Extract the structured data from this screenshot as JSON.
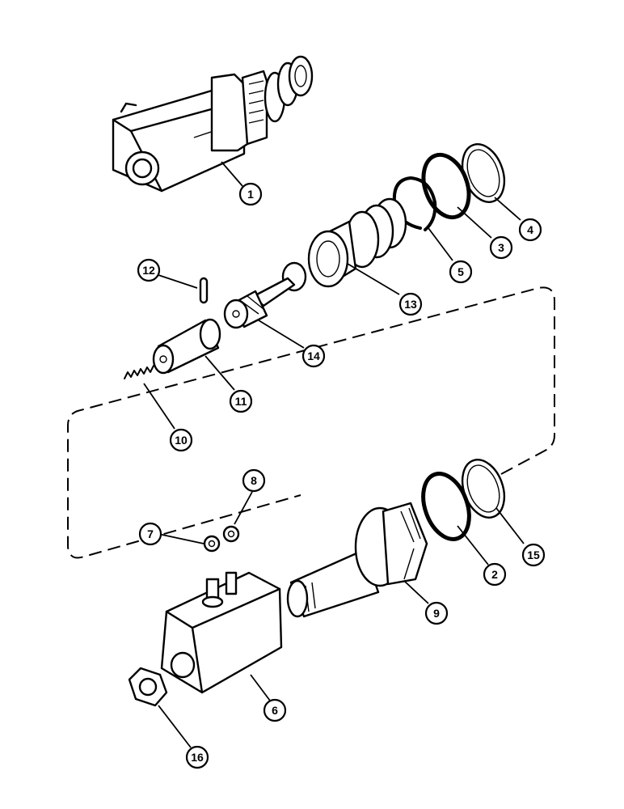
{
  "diagram": {
    "type": "exploded parts view",
    "callouts": [
      {
        "id": "c1",
        "label": "1"
      },
      {
        "id": "c2",
        "label": "2"
      },
      {
        "id": "c3",
        "label": "3"
      },
      {
        "id": "c4",
        "label": "4"
      },
      {
        "id": "c5",
        "label": "5"
      },
      {
        "id": "c6",
        "label": "6"
      },
      {
        "id": "c7",
        "label": "7"
      },
      {
        "id": "c8",
        "label": "8"
      },
      {
        "id": "c9",
        "label": "9"
      },
      {
        "id": "c10",
        "label": "10"
      },
      {
        "id": "c11",
        "label": "11"
      },
      {
        "id": "c12",
        "label": "12"
      },
      {
        "id": "c13",
        "label": "13"
      },
      {
        "id": "c14",
        "label": "14"
      },
      {
        "id": "c15",
        "label": "15"
      },
      {
        "id": "c16",
        "label": "16"
      }
    ]
  }
}
